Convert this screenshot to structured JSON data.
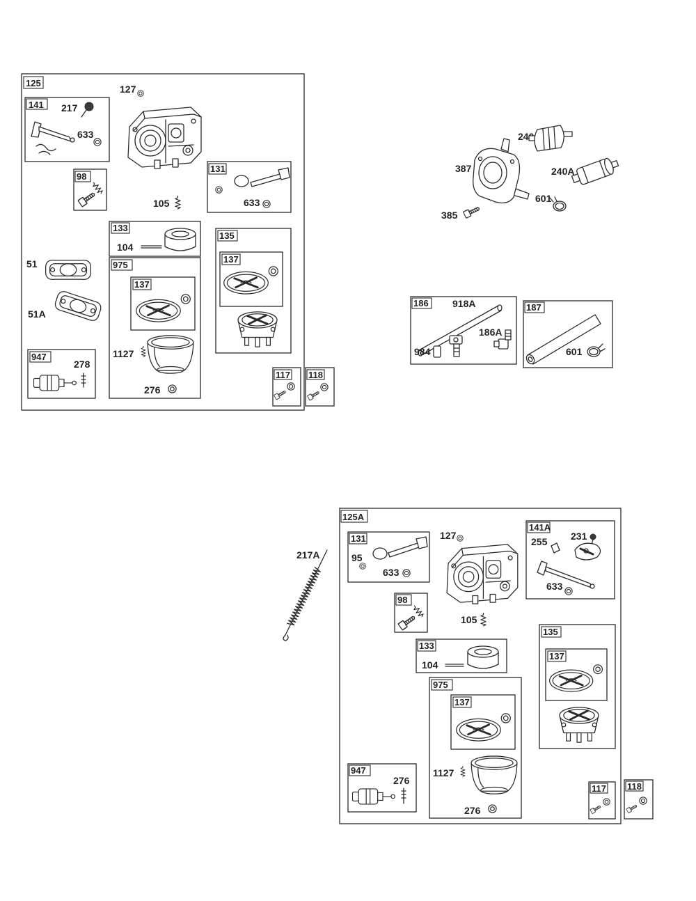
{
  "top_left_assembly": {
    "kit_label": "125",
    "part_127": "127",
    "part_105": "105",
    "part_51": "51",
    "part_51A": "51A",
    "kit_141": {
      "label": "141",
      "part_217": "217",
      "part_633": "633"
    },
    "kit_98": {
      "label": "98"
    },
    "kit_131": {
      "label": "131",
      "part_633": "633"
    },
    "kit_133": {
      "label": "133",
      "part_104": "104"
    },
    "kit_975": {
      "label": "975",
      "kit_137_label": "137",
      "part_1127": "1127",
      "part_276": "276"
    },
    "kit_135": {
      "label": "135",
      "kit_137_label": "137"
    },
    "kit_947": {
      "label": "947",
      "part_278": "278"
    },
    "kit_117": {
      "label": "117"
    },
    "kit_118": {
      "label": "118"
    }
  },
  "fuel_pump_group": {
    "part_240": "240",
    "part_240A": "240A",
    "part_387": "387",
    "part_385": "385",
    "part_601": "601"
  },
  "kit_186": {
    "label": "186",
    "part_918A": "918A",
    "part_186A": "186A",
    "part_984": "984"
  },
  "kit_187": {
    "label": "187",
    "part_601": "601"
  },
  "part_217A": "217A",
  "bottom_assembly": {
    "kit_label": "125A",
    "part_127": "127",
    "part_105": "105",
    "kit_131": {
      "label": "131",
      "part_95": "95",
      "part_633": "633"
    },
    "kit_141A": {
      "label": "141A",
      "part_255": "255",
      "part_231": "231",
      "part_633": "633"
    },
    "kit_98": {
      "label": "98"
    },
    "kit_133": {
      "label": "133",
      "part_104": "104"
    },
    "kit_135": {
      "label": "135",
      "kit_137_label": "137"
    },
    "kit_975": {
      "label": "975",
      "kit_137_label": "137",
      "part_1127": "1127",
      "part_276": "276"
    },
    "kit_947": {
      "label": "947",
      "part_276": "276"
    },
    "kit_117": {
      "label": "117"
    },
    "kit_118": {
      "label": "118"
    }
  }
}
